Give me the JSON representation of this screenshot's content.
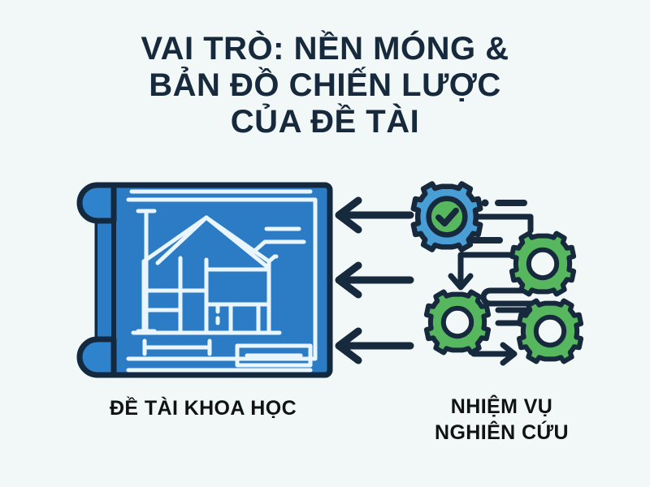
{
  "page": {
    "background_color": "#f1f8f7",
    "language": "vi"
  },
  "title": {
    "color": "#17293c",
    "lines": [
      "VAI TRÒ: NỀN MÓNG &",
      "BẢN ĐỒ CHIẾN LƯỢC",
      "CỦA ĐỀ TÀI"
    ]
  },
  "diagram": {
    "type": "concept-flow",
    "direction": "right-to-left",
    "arrow_count": 3,
    "arrow_color": "#17293c",
    "left_node": {
      "caption_lines": [
        "ĐỀ TÀI KHOA HỌC"
      ],
      "caption_color": "#111214",
      "icon_name": "blueprint-scroll-icon",
      "colors": {
        "paper": "#2b7cc4",
        "paper_dark": "#1f66a8",
        "outline": "#13293f",
        "lines": "#eaf6ff"
      }
    },
    "right_node": {
      "caption_lines": [
        "NHIỆM VỤ",
        "NGHIÊN CỨU"
      ],
      "caption_color": "#111214",
      "icon_name": "gears-workflow-icon",
      "colors": {
        "gear_blue": "#4a9ed6",
        "gear_green": "#57b75f",
        "outline": "#17293c",
        "hole": "#f1f8f7"
      },
      "gears": [
        {
          "name": "gear-blue-check",
          "fill": "#4a9ed6",
          "badge": "check-mark",
          "badge_fill": "#57b75f"
        },
        {
          "name": "gear-green-top-right",
          "fill": "#57b75f"
        },
        {
          "name": "gear-green-bottom-left",
          "fill": "#57b75f"
        },
        {
          "name": "gear-green-bottom-right",
          "fill": "#57b75f"
        }
      ]
    }
  }
}
